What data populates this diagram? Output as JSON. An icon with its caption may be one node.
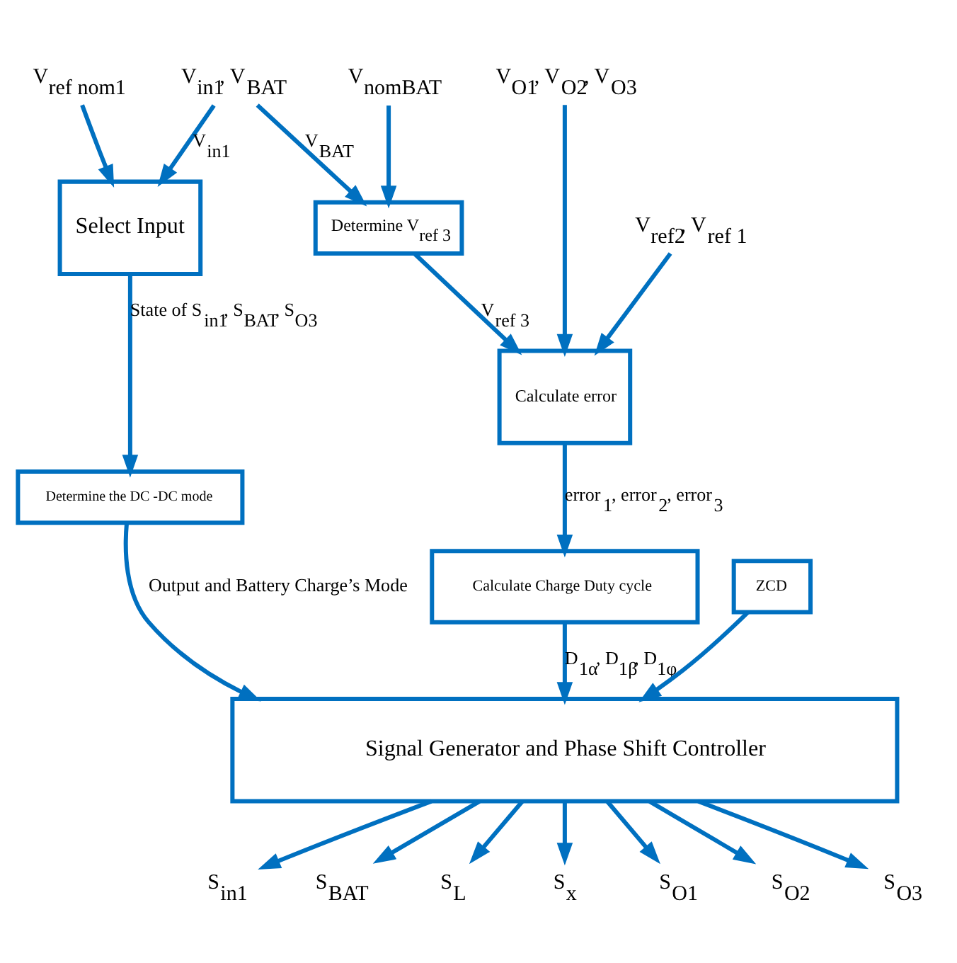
{
  "diagram": {
    "nodes": [
      {
        "text": [
          "V$_{in1}$, V$_{BAT}$"
        ]
      },
      {
        "text": [
          "V$_{ref nom1}$"
        ]
      },
      {
        "text": [
          "Select Input"
        ]
      },
      {
        "text": [
          "Determine V$_{ref 3}$"
        ]
      },
      {
        "text": [
          "V$_{nomBAT}$"
        ]
      },
      {
        "text": [
          "V$_{O1}$, V$_{O2}$, V$_{O3}$"
        ]
      },
      {
        "text": [
          "Calculate error"
        ]
      },
      {
        "text": [
          "V$_{ref2}$, V$_{ref 1}$"
        ]
      },
      {
        "text": [
          "Calculate Charge Duty cycle"
        ]
      },
      {
        "text": [
          "Determine the DC -DC mode"
        ]
      },
      {
        "text": [
          "ZCD"
        ]
      },
      {
        "text": [
          "Signal Generator and Phase Shift Controller"
        ]
      },
      {
        "text": [
          "S$_{in1}$"
        ]
      },
      {
        "text": [
          "S$_{BAT}$"
        ]
      },
      {
        "text": [
          "S$_{L}$"
        ]
      },
      {
        "text": [
          "S$_{x}$"
        ]
      },
      {
        "text": [
          "S$_{O1}$"
        ]
      },
      {
        "text": [
          "S$_{O2}$"
        ]
      },
      {
        "text": [
          "S$_{O3}$"
        ]
      }
    ],
    "edges": [
      {
        "from": 0,
        "to": 2,
        "arrow": "to",
        "label": "V$_{in1}$"
      },
      {
        "from": 0,
        "to": 3,
        "arrow": "to",
        "label": "V$_{BAT}$"
      },
      {
        "from": 1,
        "to": 2,
        "arrow": "to"
      },
      {
        "from": 4,
        "to": 3,
        "arrow": "to"
      },
      {
        "from": 5,
        "to": 6,
        "arrow": "to"
      },
      {
        "from": 3,
        "to": 6,
        "arrow": "to",
        "label": "V$_{ref 3}$"
      },
      {
        "from": 7,
        "to": 6,
        "arrow": "to"
      },
      {
        "from": 6,
        "to": 8,
        "arrow": "to",
        "label": "error$_{1}$, error$_{2}$, error$_{3}$"
      },
      {
        "from": 2,
        "to": 9,
        "arrow": "to",
        "label": "State of S$_{in1}$, S$_{BAT}$, S$_{O3}$"
      },
      {
        "from": 9,
        "to": 11,
        "arrow": "to",
        "label": "Output and Battery Charge’s Mode"
      },
      {
        "from": 10,
        "to": 11,
        "arrow": "to"
      },
      {
        "from": 8,
        "to": 11,
        "arrow": "to",
        "label": "D$_{1α}$, D$_{1β}$, D$_{1φ}$"
      },
      {
        "from": 11,
        "to": 12,
        "arrow": "to"
      },
      {
        "from": 11,
        "to": 13,
        "arrow": "to"
      },
      {
        "from": 11,
        "to": 14,
        "arrow": "to"
      },
      {
        "from": 11,
        "to": 15,
        "arrow": "to"
      },
      {
        "from": 11,
        "to": 16,
        "arrow": "to"
      },
      {
        "from": 11,
        "to": 17,
        "arrow": "to"
      },
      {
        "from": 11,
        "to": 18,
        "arrow": "to"
      }
    ]
  }
}
